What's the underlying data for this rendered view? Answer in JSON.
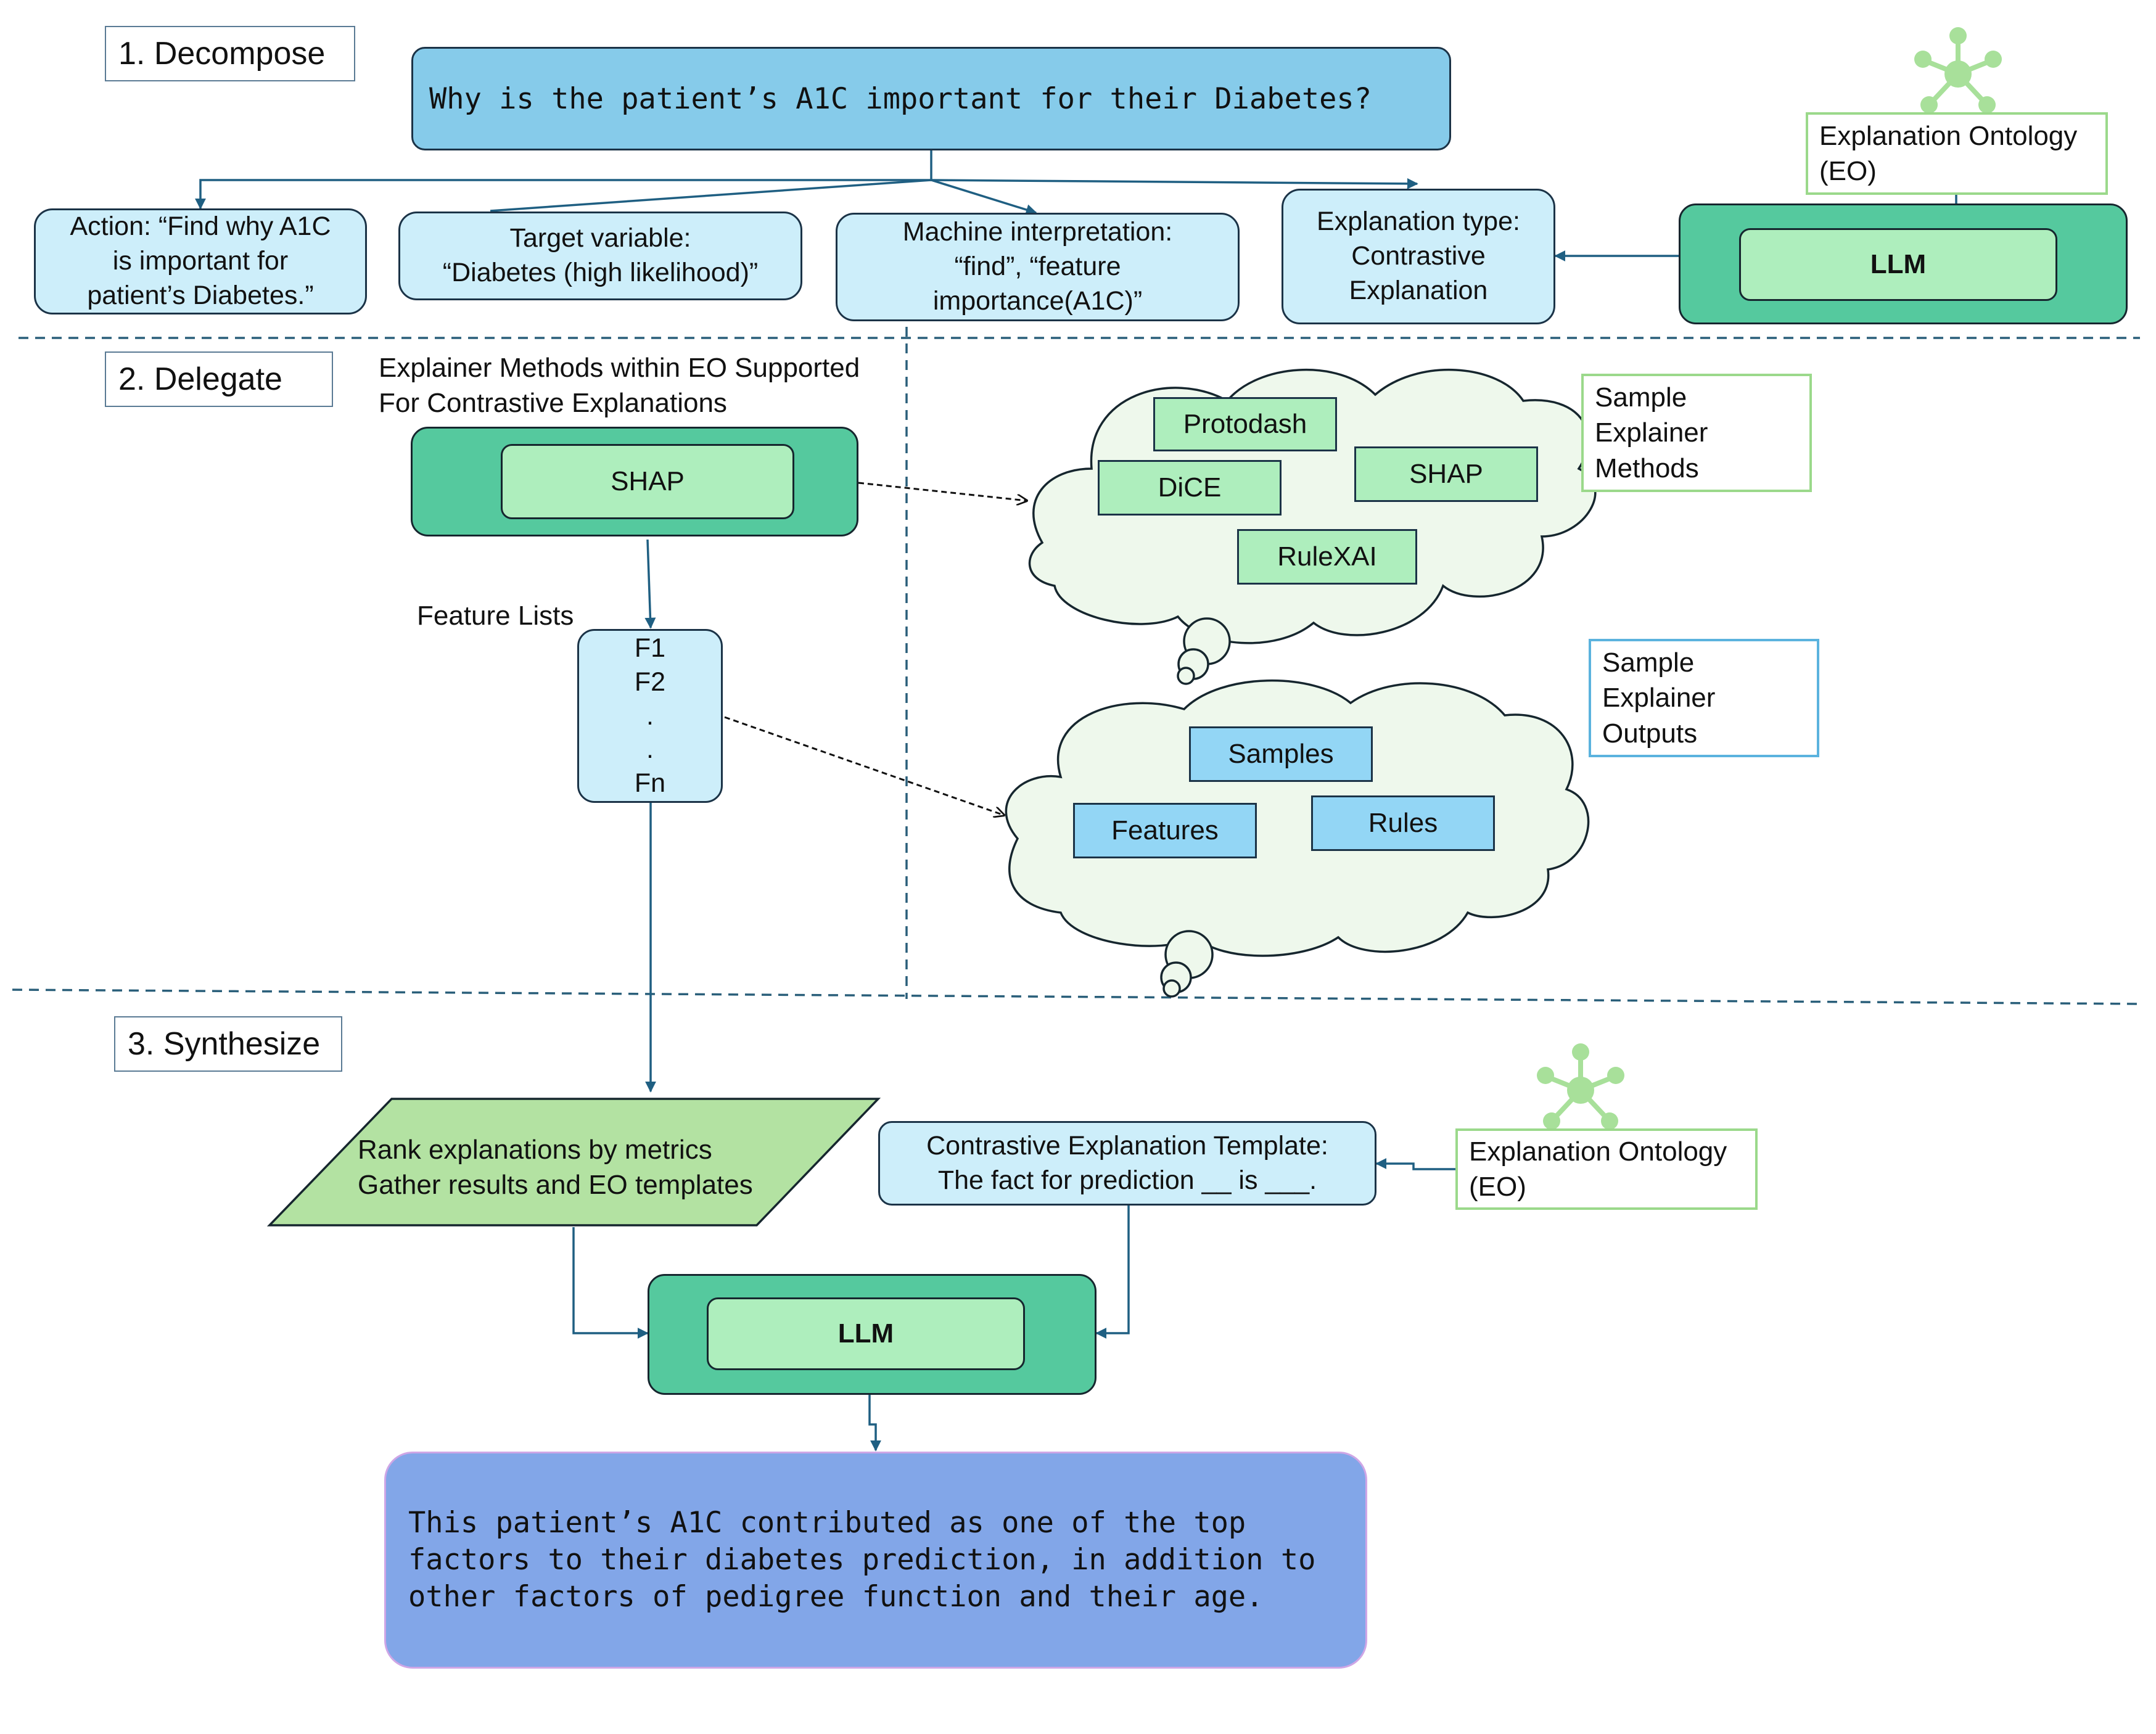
{
  "steps": {
    "decompose": "1. Decompose",
    "delegate": "2. Delegate",
    "synthesize": "3. Synthesize"
  },
  "question": "Why is the patient’s A1C important for their Diabetes?",
  "decompose_boxes": {
    "action": [
      "Action: “Find why A1C",
      "is important for",
      "patient’s Diabetes.”"
    ],
    "target": [
      "Target variable:",
      "“Diabetes (high likelihood)”"
    ],
    "machine": [
      "Machine interpretation:",
      "“find”, “feature",
      "importance(A1C)”"
    ],
    "explanation_type": [
      "Explanation type:",
      "Contrastive",
      "Explanation"
    ]
  },
  "ontology": {
    "top_label": [
      "Explanation Ontology",
      "(EO)"
    ],
    "bottom_label": [
      "Explanation Ontology",
      "(EO)"
    ]
  },
  "llm": {
    "top": "LLM",
    "bottom": "LLM"
  },
  "delegate": {
    "heading": [
      "Explainer Methods within EO Supported",
      "For Contrastive Explanations"
    ],
    "shap_selected": "SHAP",
    "feature_lists_label": "Feature Lists",
    "feature_list": [
      "F1",
      "F2",
      ".",
      ".",
      "Fn"
    ],
    "sample_methods_label": [
      "Sample",
      "Explainer",
      "Methods"
    ],
    "methods": {
      "protodash": "Protodash",
      "dice": "DiCE",
      "shap": "SHAP",
      "rulexai": "RuleXAI"
    },
    "sample_outputs_label": [
      "Sample",
      "Explainer",
      "Outputs"
    ],
    "outputs": {
      "samples": "Samples",
      "features": "Features",
      "rules": "Rules"
    }
  },
  "synthesize": {
    "rank": [
      "Rank explanations by metrics",
      "Gather results and EO templates"
    ],
    "template": [
      "Contrastive Explanation Template:",
      "The fact for prediction __ is ___."
    ],
    "result": [
      "This patient’s A1C contributed as one of the top",
      "factors to their diabetes prediction, in addition to",
      "other factors of pedigree function and their age."
    ]
  },
  "colors": {
    "question_fill": "#86cbea",
    "light_blue_fill": "#cdeefa",
    "green_outer": "#55c99e",
    "green_inner": "#aeeebd",
    "output_fill": "#93d6f5",
    "parallelogram_fill": "#b3e2a2",
    "result_fill": "#82a6e8",
    "cloud_fill": "#eef8ec",
    "connector": "#1f5f82",
    "ontology_icon": "#a8e09a"
  },
  "icons": [
    "ontology-graph-icon",
    "ontology-graph-icon"
  ]
}
